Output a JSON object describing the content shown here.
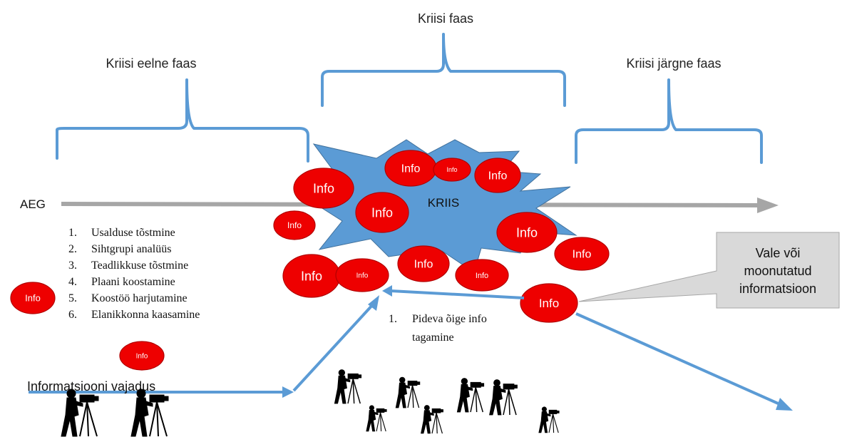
{
  "phases": {
    "pre": "Kriisi eelne faas",
    "crisis": "Kriisi faas",
    "post": "Kriisi järgne faas"
  },
  "timeline_label": "AEG",
  "crisis_label": "KRIIS",
  "info_label": "Info",
  "pre_crisis_steps": [
    {
      "num": "1.",
      "text": "Usalduse tõstmine"
    },
    {
      "num": "2.",
      "text": "Sihtgrupi analüüs"
    },
    {
      "num": "3.",
      "text": "Teadlikkuse tõstmine"
    },
    {
      "num": "4.",
      "text": "Plaani koostamine"
    },
    {
      "num": "5.",
      "text": "Koostöö harjutamine"
    },
    {
      "num": "6.",
      "text": "Elanikkonna kaasamine"
    }
  ],
  "crisis_step": {
    "num": "1.",
    "line1": "Pideva õige info",
    "line2": "tagamine"
  },
  "information_need": "Informatsiooni vajadus",
  "callout": {
    "line1": "Vale või",
    "line2": "moonutatud",
    "line3": "informatsioon"
  },
  "colors": {
    "bracket_blue": "#5b9bd5",
    "starburst_blue": "#5b9bd5",
    "info_red": "#ee0000",
    "arrow_gray": "#a6a6a6",
    "callout_fill": "#d9d9d9"
  }
}
